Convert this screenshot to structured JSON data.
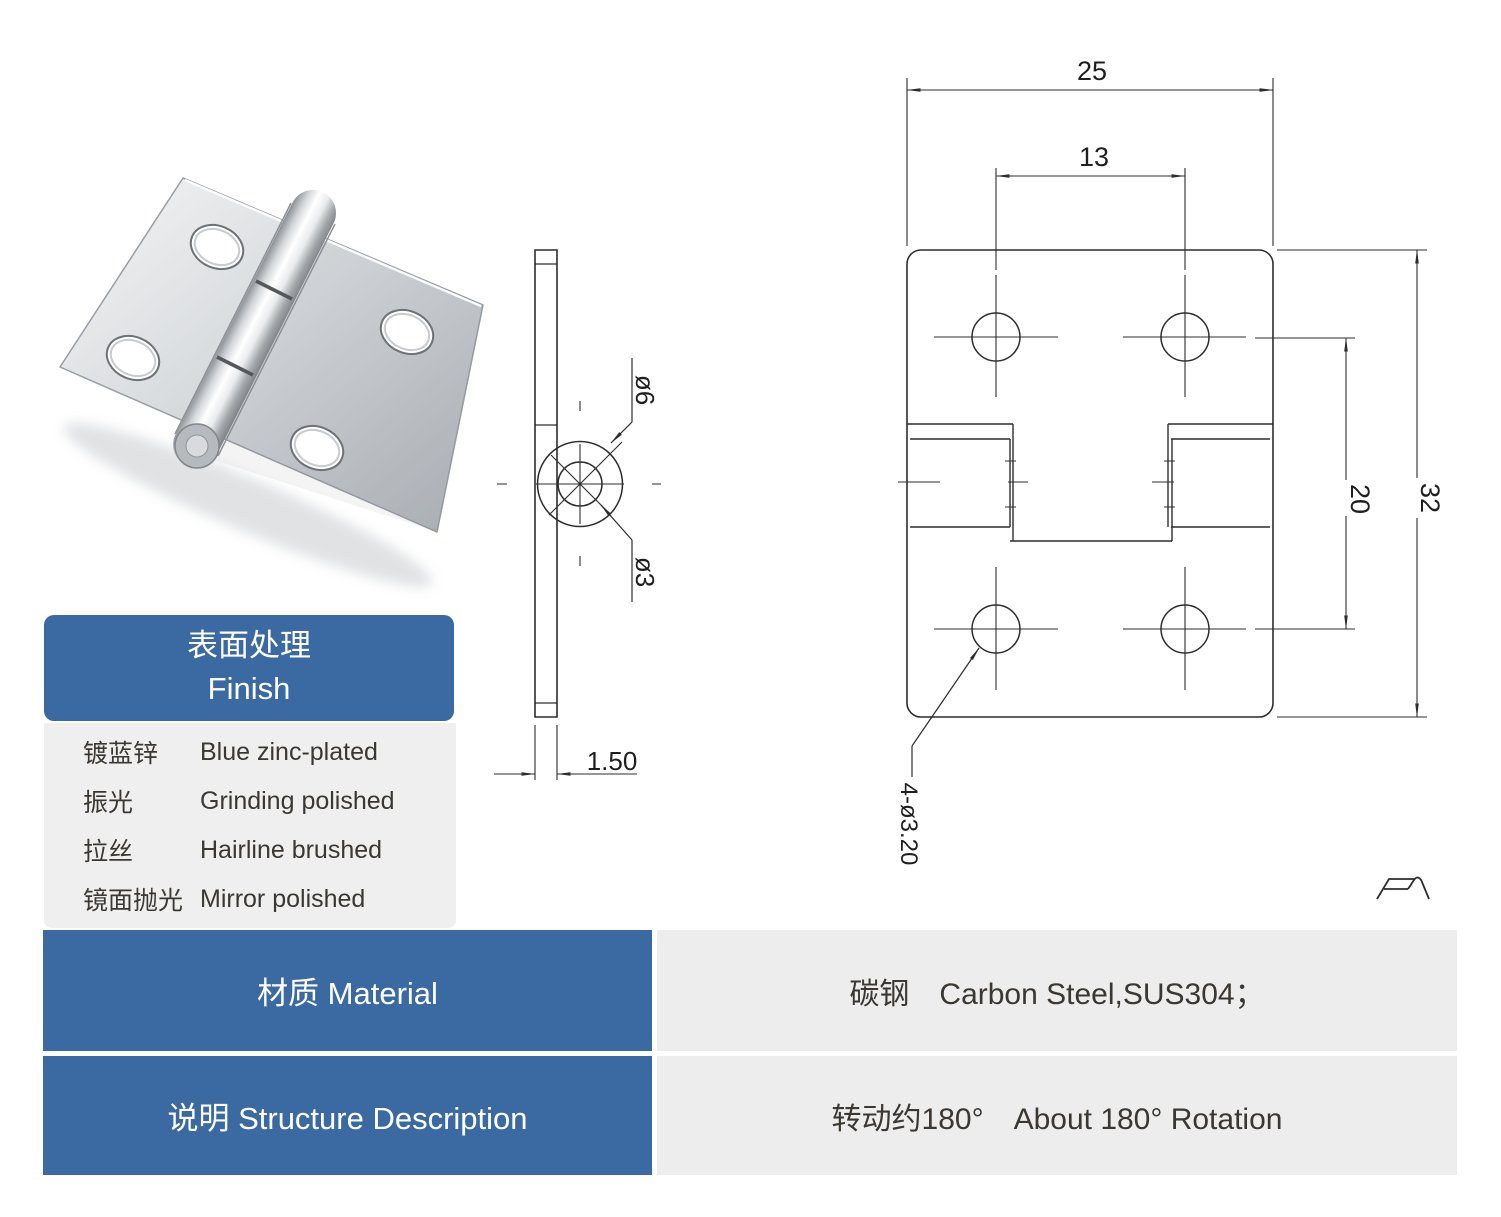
{
  "colors": {
    "accent": "#3a6aa1",
    "panel_bg": "#efefef",
    "cell_bg": "#ededed",
    "ink": "#3b3733",
    "line": "#2d2d2d"
  },
  "drawings": {
    "front_view": {
      "overall_width": "25",
      "hole_pitch": "13",
      "pitch_height": "20",
      "overall_height": "32",
      "hole_callout": "4-ø3.20"
    },
    "side_view": {
      "outer_dia": "ø6",
      "pin_dia": "ø3",
      "thickness": "1.50"
    }
  },
  "finish_table": {
    "title_cn": "表面处理",
    "title_en": "Finish",
    "rows": [
      {
        "cn": "镀蓝锌",
        "en": "Blue zinc-plated"
      },
      {
        "cn": "振光",
        "en": "Grinding polished"
      },
      {
        "cn": "拉丝",
        "en": "Hairline brushed"
      },
      {
        "cn": "镜面抛光",
        "en": "Mirror polished"
      }
    ]
  },
  "spec_rows": [
    {
      "label": "材质 Material",
      "value": "碳钢　Carbon Steel,SUS304；"
    },
    {
      "label": "说明 Structure Description",
      "value": "转动约180°　About 180° Rotation"
    }
  ]
}
